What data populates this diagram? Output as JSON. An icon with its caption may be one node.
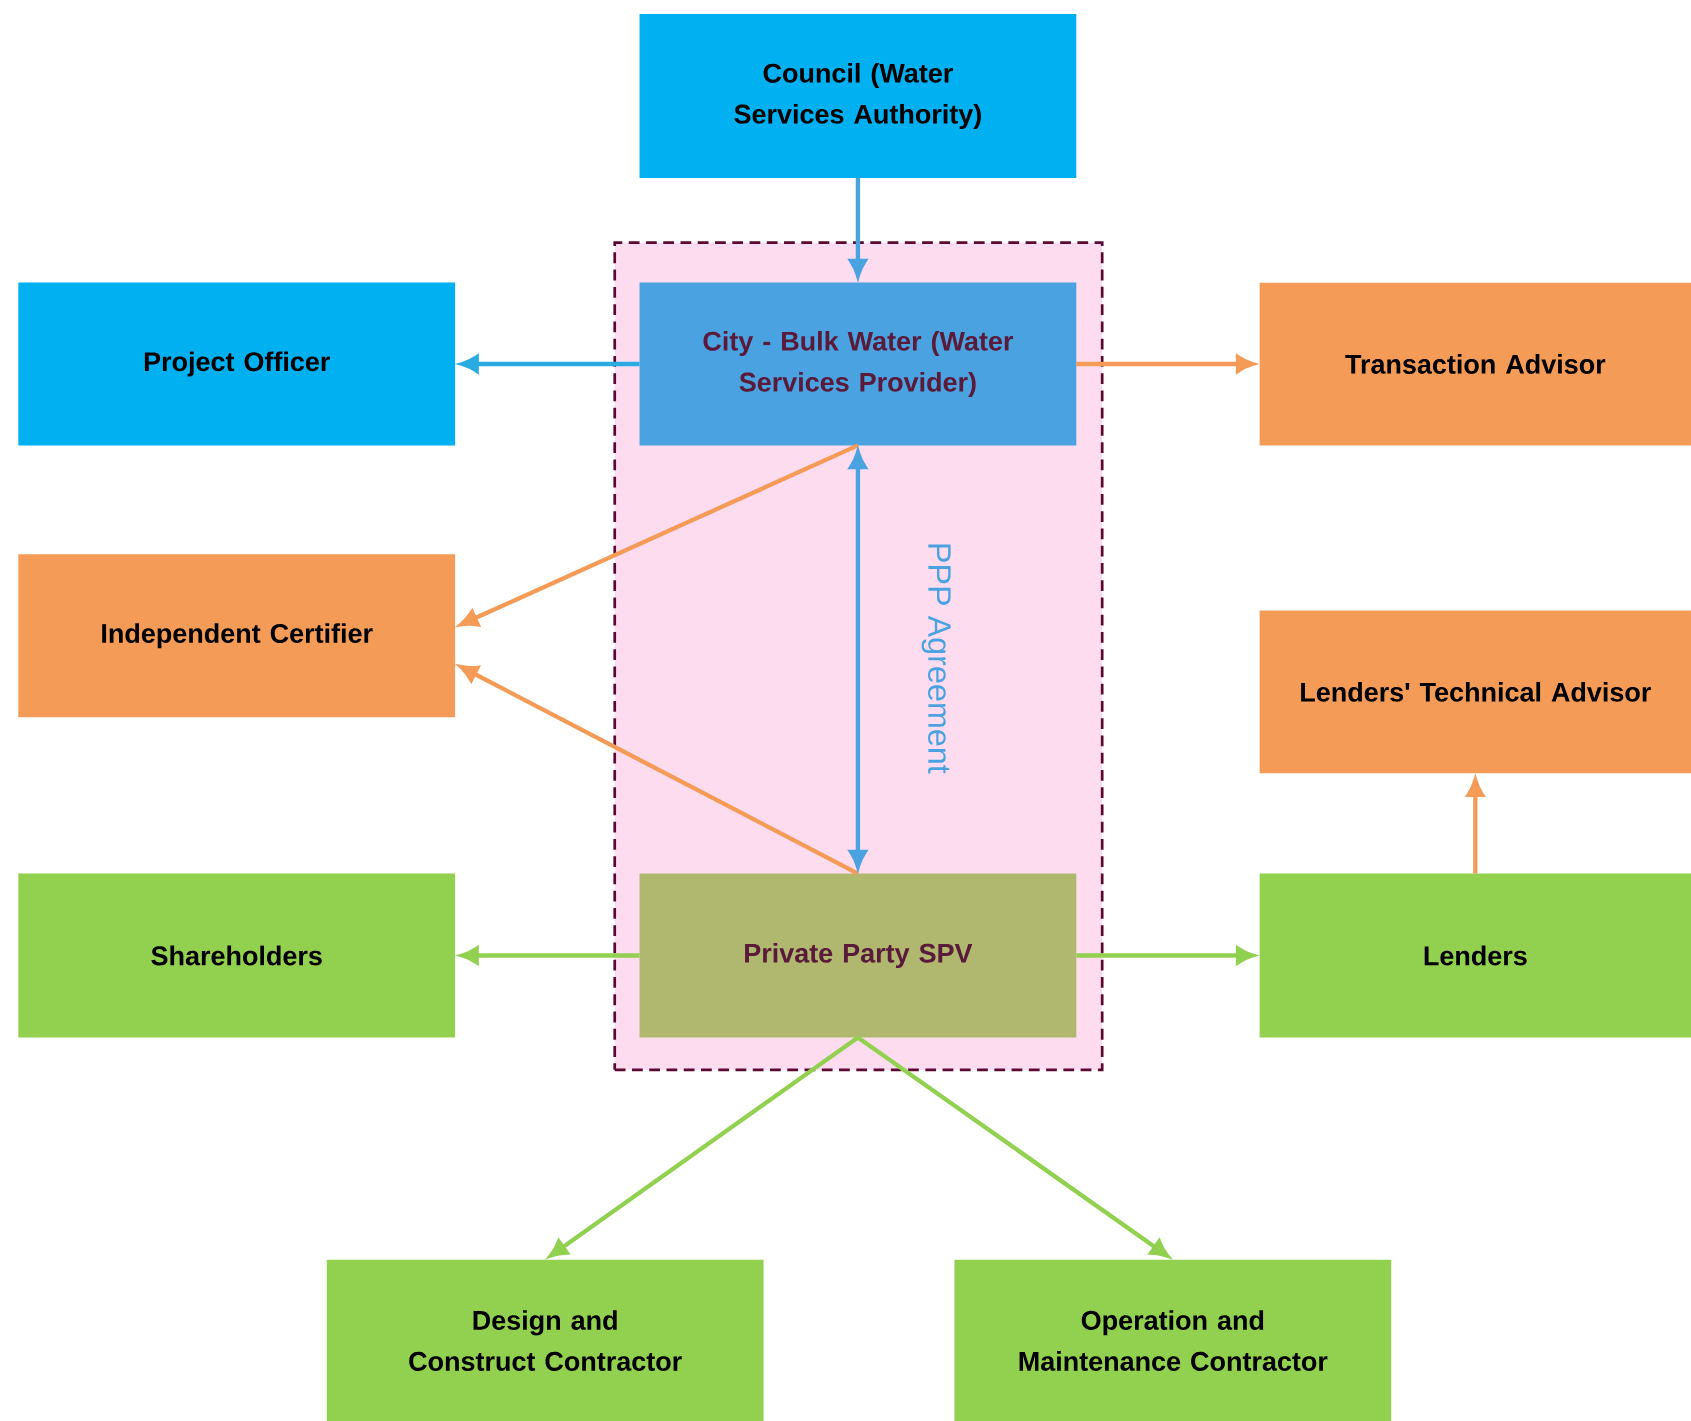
{
  "diagram": {
    "nodes": [
      {
        "text": [
          "Council (Water Services Authority)"
        ]
      },
      {
        "text": [],
        "shape": "box"
      },
      {
        "text": [
          "City - Bulk Water (Water Services Provider)"
        ],
        "in": 1
      },
      {
        "text": [
          "Project Officer"
        ]
      },
      {
        "text": [
          "Transaction Advisor"
        ]
      },
      {
        "text": [
          "Independent Certifier"
        ]
      },
      {
        "text": [
          "Lenders' Technical Advisor"
        ]
      },
      {
        "text": [
          "Shareholders"
        ]
      },
      {
        "text": [
          "Private Party SPV"
        ],
        "in": 1
      },
      {
        "text": [
          "Lenders"
        ]
      },
      {
        "text": [
          "Design and Construct Contractor"
        ]
      },
      {
        "text": [
          "Operation and Maintenance Contractor"
        ]
      }
    ],
    "edges": [
      {
        "from": 0,
        "to": 2,
        "arrow": "to",
        "color": "#4aa3e0"
      },
      {
        "from": 2,
        "to": 3,
        "arrow": "to",
        "color": "#29abe2"
      },
      {
        "from": 2,
        "to": 4,
        "arrow": "to",
        "color": "#f49c57"
      },
      {
        "from": 2,
        "to": 5,
        "arrow": "to",
        "color": "#f49c57"
      },
      {
        "from": 8,
        "to": 5,
        "arrow": "to",
        "color": "#f49c57"
      },
      {
        "from": 2,
        "to": 8,
        "arrow": "both",
        "label": "PPP Agreement",
        "color": "#4aa3e0"
      },
      {
        "from": 8,
        "to": 7,
        "arrow": "to",
        "color": "#92d050"
      },
      {
        "from": 8,
        "to": 9,
        "arrow": "to",
        "color": "#92d050"
      },
      {
        "from": 9,
        "to": 6,
        "arrow": "to",
        "color": "#f49c57"
      },
      {
        "from": 8,
        "to": 10,
        "arrow": "to",
        "color": "#92d050"
      },
      {
        "from": 8,
        "to": 11,
        "arrow": "to",
        "color": "#92d050"
      }
    ]
  }
}
